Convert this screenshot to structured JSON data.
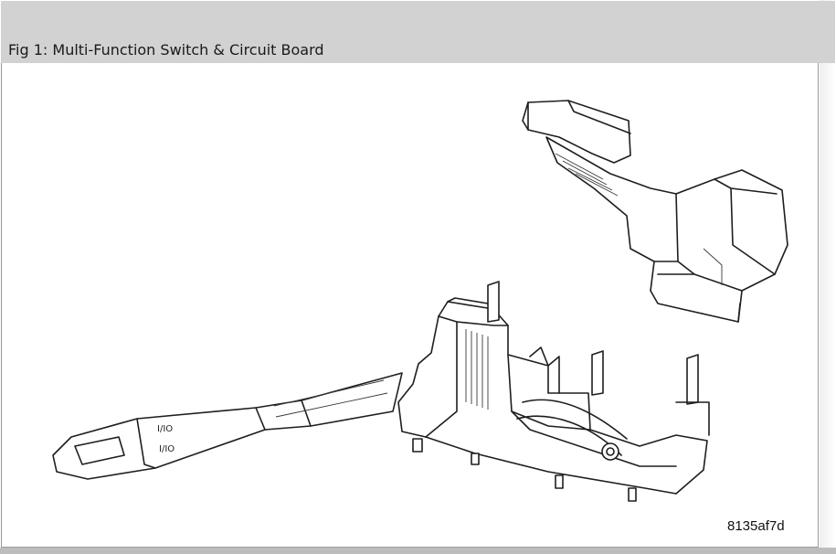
{
  "figure": {
    "caption": "Fig 1: Multi-Function Switch & Circuit Board",
    "image_code": "8135af7d",
    "lever_markings": [
      "I/IO",
      "I/IO"
    ]
  }
}
